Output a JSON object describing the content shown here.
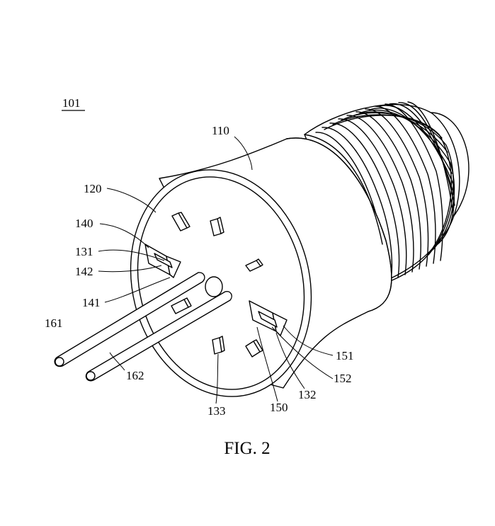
{
  "figure": {
    "ref_main": "101",
    "caption": "FIG. 2",
    "labels": {
      "l110": "110",
      "l120": "120",
      "l140": "140",
      "l131": "131",
      "l142": "142",
      "l141": "141",
      "l161": "161",
      "l162": "162",
      "l133": "133",
      "l150": "150",
      "l132": "132",
      "l151": "151",
      "l152": "152"
    }
  }
}
